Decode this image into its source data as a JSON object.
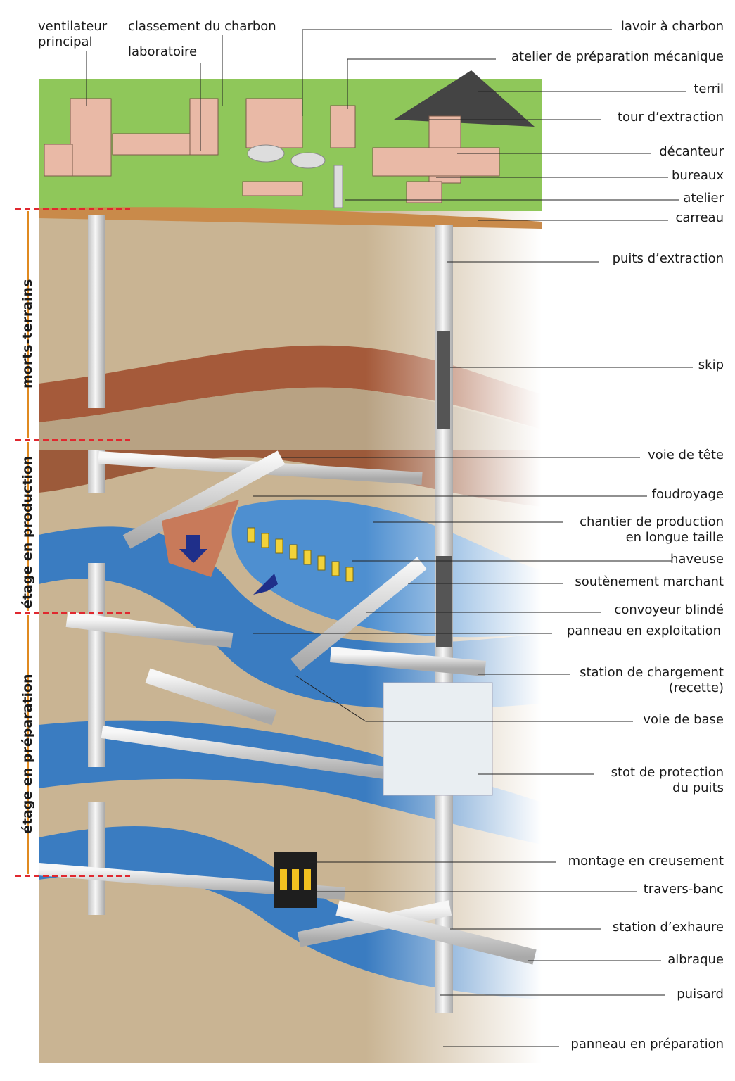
{
  "labels": {
    "ventilateur": "ventilateur\nprincipal",
    "classement": "classement du charbon",
    "laboratoire": "laboratoire",
    "lavoir": "lavoir à charbon",
    "atelier_prep": "atelier de préparation mécanique",
    "terril": "terril",
    "tour": "tour d’extraction",
    "decanteur": "décanteur",
    "bureaux": "bureaux",
    "atelier": "atelier",
    "carreau": "carreau",
    "puits": "puits d’extraction",
    "skip": "skip",
    "voie_tete": "voie de tête",
    "foudroyage": "foudroyage",
    "chantier": "chantier de production\nen longue taille",
    "haveuse": "haveuse",
    "soutenement": "soutènement marchant",
    "convoyeur": "convoyeur blindé",
    "panneau_exploit": "panneau en exploitation",
    "station_charg": "station de chargement\n(recette)",
    "voie_base": "voie de base",
    "stot": "stot de protection\ndu puits",
    "montage": "montage en creusement",
    "travers": "travers-banc",
    "exhaure": "station d’exhaure",
    "albraque": "albraque",
    "puisard": "puisard",
    "panneau_prep": "panneau en préparation"
  },
  "zones": {
    "morts_terrains": "morts-terrains",
    "production": "étage en production",
    "preparation": "étage en préparation"
  },
  "colors": {
    "grass": "#8fc75a",
    "sand": "#c9b493",
    "coal": "#3a7cc1",
    "rust": "#a55a3a",
    "building": "#e9b9a6",
    "dashed": "#e0282f"
  }
}
